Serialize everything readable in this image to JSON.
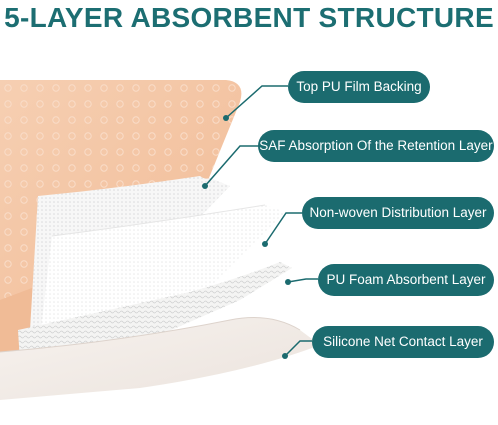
{
  "title": "5-LAYER ABSORBENT STRUCTURE",
  "layers": [
    {
      "label": "Top PU Film Backing"
    },
    {
      "label": "SAF Absorption Of the Retention Layer"
    },
    {
      "label": "Non-woven Distribution Layer"
    },
    {
      "label": "PU Foam Absorbent Layer"
    },
    {
      "label": "Silicone Net Contact Layer"
    }
  ],
  "colors": {
    "accent": "#1b6b6f",
    "title": "#1c6e72",
    "film": "#f4c7a6",
    "pad": "#ffffff",
    "liner": "#f3eeea"
  }
}
